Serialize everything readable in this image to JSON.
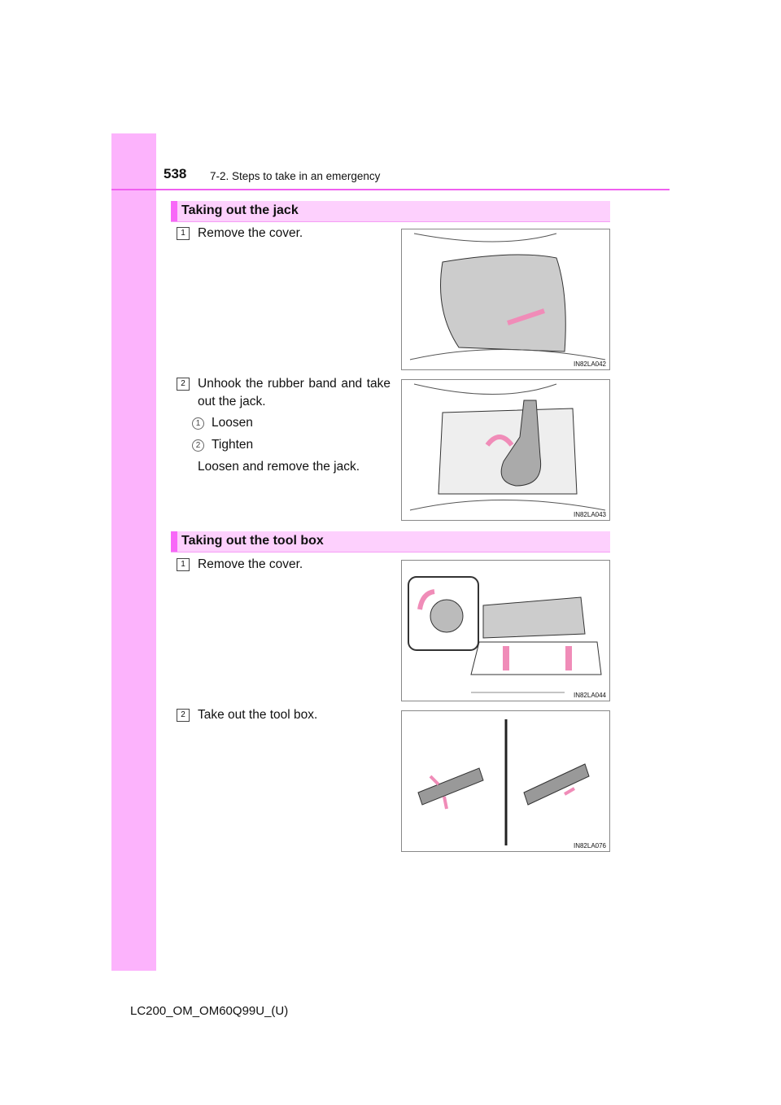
{
  "header": {
    "page_number": "538",
    "chapter": "7-2. Steps to take in an emergency"
  },
  "sections": [
    {
      "title": "Taking out the jack",
      "steps": [
        {
          "num": "1",
          "text": "Remove the cover.",
          "figure": "IN82LA042"
        },
        {
          "num": "2",
          "text": "Unhook the rubber band and take out the jack.",
          "sub": [
            {
              "num": "1",
              "text": "Loosen"
            },
            {
              "num": "2",
              "text": "Tighten"
            }
          ],
          "note": "Loosen and remove the jack.",
          "figure": "IN82LA043"
        }
      ]
    },
    {
      "title": "Taking out the tool box",
      "steps": [
        {
          "num": "1",
          "text": "Remove the cover.",
          "figure": "IN82LA044"
        },
        {
          "num": "2",
          "text": "Take out the tool box.",
          "figure": "IN82LA076"
        }
      ]
    }
  ],
  "footer": "LC200_OM_OM60Q99U_(U)",
  "colors": {
    "sidebar": "#fcb3fc",
    "section_bg": "#fdd0fd",
    "accent": "#f868f8",
    "arrow": "#f08cb8"
  }
}
